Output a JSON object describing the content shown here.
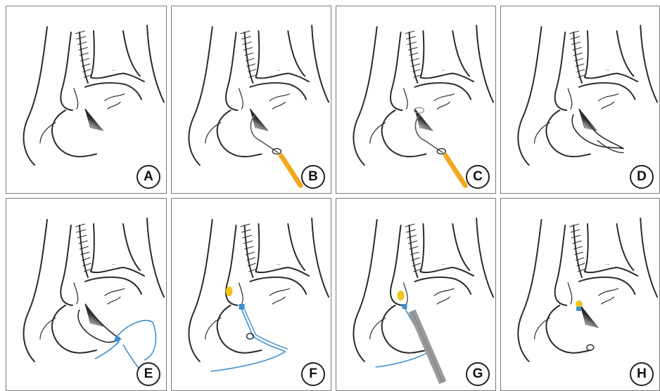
{
  "figure": {
    "panels": [
      {
        "id": "A",
        "label": "A",
        "tool": "none"
      },
      {
        "id": "B",
        "label": "B",
        "tool": "suture-passer"
      },
      {
        "id": "C",
        "label": "C",
        "tool": "suture-passer-loop"
      },
      {
        "id": "D",
        "label": "D",
        "tool": "looped-suture"
      },
      {
        "id": "E",
        "label": "E",
        "tool": "suture-exchange"
      },
      {
        "id": "F",
        "label": "F",
        "tool": "blue-suture-anchor"
      },
      {
        "id": "G",
        "label": "G",
        "tool": "drill-guide"
      },
      {
        "id": "H",
        "label": "H",
        "tool": "repaired-ligament"
      }
    ],
    "colors": {
      "line": "#2a2a2a",
      "handle": "#f2a81d",
      "suture_blue": "#3d8fd1",
      "anchor": "#f0c419",
      "instrument_gray": "#9a9a9a"
    }
  }
}
